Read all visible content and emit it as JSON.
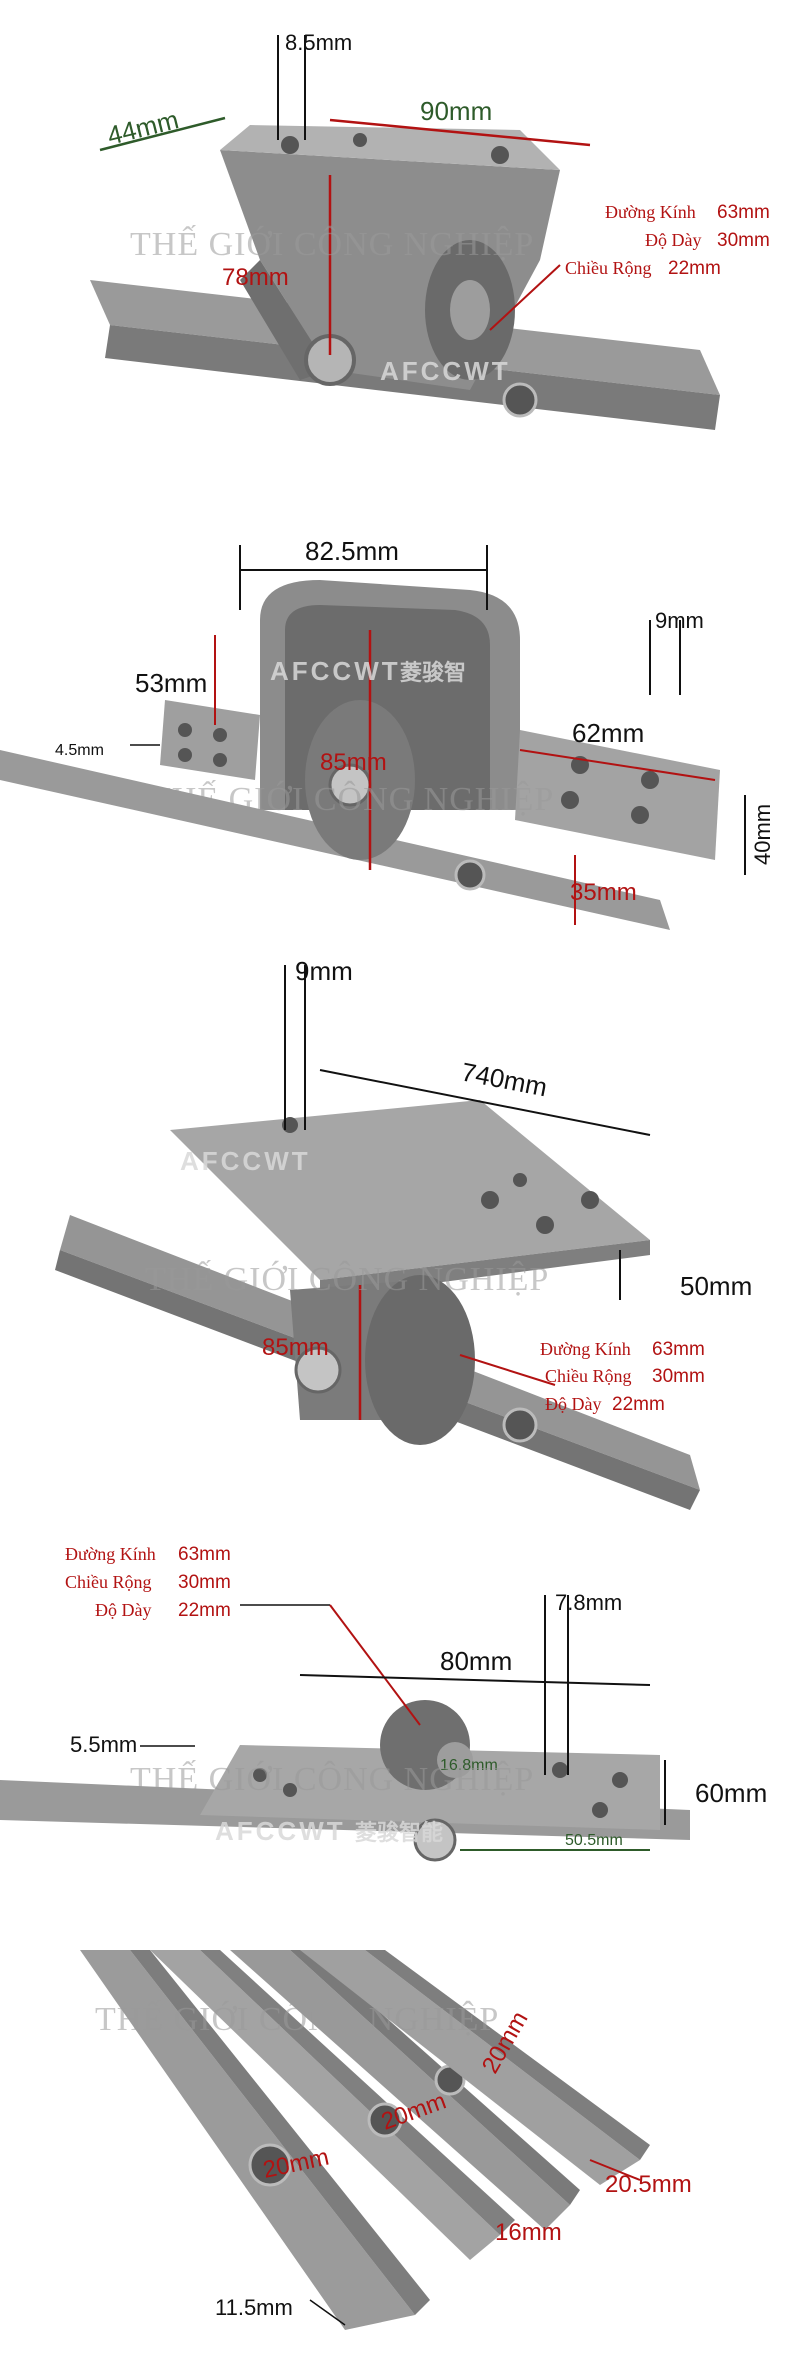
{
  "watermark": "THẾ GIỚI CÔNG NGHIỆP",
  "brand": "AFCCWT",
  "brand_cn_1": "菱骏智",
  "brand_cn_2": "菱骏智能",
  "colors": {
    "dim_red": "#b21212",
    "dim_green": "#2e5b2a",
    "steel": "#8c8c8c"
  },
  "panel1": {
    "dims": {
      "hole": "8.5mm",
      "width": "44mm",
      "length": "90mm",
      "height": "78mm"
    },
    "specs": [
      {
        "name": "Đường Kính",
        "value": "63mm"
      },
      {
        "name": "Độ Dày",
        "value": "30mm"
      },
      {
        "name": "Chiều Rộng",
        "value": "22mm"
      }
    ]
  },
  "panel2": {
    "dims": {
      "top_width": "82.5mm",
      "hole": "9mm",
      "flange": "53mm",
      "thickness": "4.5mm",
      "height": "85mm",
      "plate_length": "62mm",
      "plate_width": "40mm",
      "offset": "35mm"
    }
  },
  "panel3": {
    "dims": {
      "hole": "9mm",
      "length": "740mm",
      "width": "50mm",
      "height": "85mm"
    },
    "specs": [
      {
        "name": "Đường Kính",
        "value": "63mm"
      },
      {
        "name": "Chiều Rộng",
        "value": "30mm"
      },
      {
        "name": "Độ Dày",
        "value": "22mm"
      }
    ]
  },
  "panel4": {
    "specs": [
      {
        "name": "Đường Kính",
        "value": "63mm"
      },
      {
        "name": "Chiều Rộng",
        "value": "30mm"
      },
      {
        "name": "Độ Dày",
        "value": "22mm"
      }
    ],
    "dims": {
      "hole": "7.8mm",
      "length": "80mm",
      "thickness": "5.5mm",
      "width": "60mm",
      "wheel": "16.8mm",
      "clearance": "50.5mm"
    }
  },
  "panel5": {
    "dims": {
      "hole_a": "20mm",
      "hole_b": "20mm",
      "hole_c": "20mm",
      "slot_a": "16mm",
      "slot_b": "20.5mm",
      "bottom": "11.5mm"
    }
  }
}
